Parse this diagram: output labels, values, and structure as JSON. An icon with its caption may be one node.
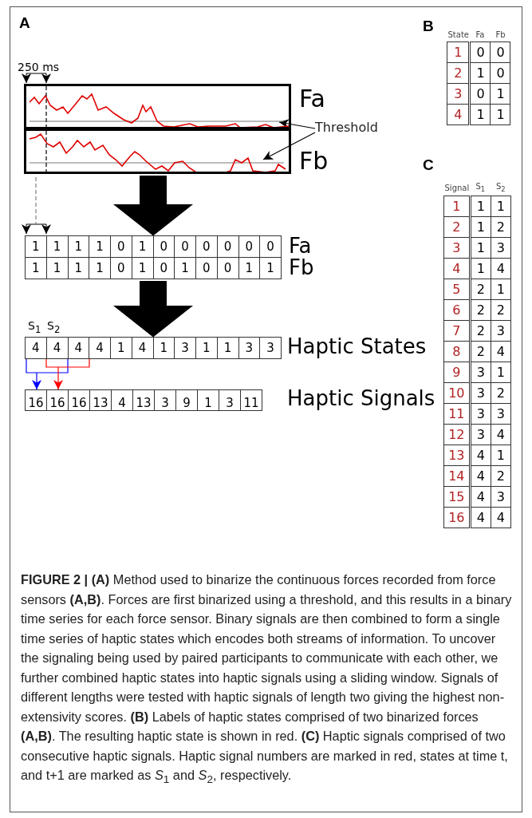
{
  "diagram": {
    "caption": "**FIGURE 2 | (A)** Method used to binarize the continuous forces recorded from force sensors **(A,B)**. Forces are first binarized using a threshold, and this results in a binary time series for each force sensor. Binary signals are then combined to form a single time series of haptic states which encodes both streams of information. To uncover the signaling being used by paired participants to communicate with each other, we further combined haptic states into haptic signals using a sliding window. Signals of different lengths were tested with haptic signals of length two giving the highest non-extensivity scores. **(B)** Labels of haptic states comprised of two binarized forces **(A,B)**. The resulting haptic state is shown in red. **(C)** Haptic signals comprised of two consecutive haptic signals. Haptic signal numbers are marked in red, states at time t, and t+1 are marked as *S*$_{1}$ and *S*$_{2}$, respectively.",
    "nodes": [
      {
        "text": [],
        "shape": "picture",
        "beside": [
          "Fa"
        ]
      },
      {
        "text": [],
        "shape": "picture",
        "beside": [
          "Fb"
        ]
      },
      {
        "text": [
          "Threshold"
        ]
      },
      {
        "text": [
          "1",
          "1",
          "1",
          "1",
          "0",
          "1",
          "0",
          "0",
          "0",
          "0",
          "0",
          "0"
        ],
        "beside": [
          "Fa"
        ]
      },
      {
        "text": [
          "1",
          "1",
          "1",
          "1",
          "0",
          "1",
          "0",
          "1",
          "0",
          "0",
          "1",
          "1"
        ],
        "beside": [
          "Fb"
        ]
      },
      {
        "text": [
          "4",
          "4",
          "4",
          "4",
          "1",
          "4",
          "1",
          "3",
          "1",
          "1",
          "3",
          "3"
        ],
        "beside": [
          "S$_{1}$",
          "S$_{2}$",
          "Haptic States"
        ]
      },
      {
        "text": [
          "16",
          "16",
          "16",
          "13",
          "4",
          "13",
          "3",
          "9",
          "1",
          "3",
          "11"
        ],
        "beside": [
          "Haptic Signals"
        ]
      }
    ],
    "edges": [
      {
        "from": 2,
        "to": 0,
        "arrow": "to"
      },
      {
        "from": 2,
        "to": 1,
        "arrow": "to"
      },
      {
        "from": 1,
        "to": 3,
        "arrow": "to",
        "style": "thick"
      },
      {
        "from": 4,
        "to": 5,
        "arrow": "to",
        "style": "thick"
      },
      {
        "from": 5,
        "to": 6,
        "arrow": "to",
        "color": "#0000ff"
      },
      {
        "from": 5,
        "to": 6,
        "arrow": "to",
        "color": "#ff0000"
      }
    ],
    "labels": [
      "A",
      "250 ms",
      "B",
      "State",
      "Fa",
      "Fb",
      "1",
      "0",
      "0",
      "2",
      "1",
      "0",
      "3",
      "0",
      "1",
      "4",
      "1",
      "1",
      "C",
      "Signal",
      "S$_{1}$",
      "S$_{2}$",
      "1",
      "1",
      "1",
      "2",
      "1",
      "2",
      "3",
      "1",
      "3",
      "4",
      "1",
      "4",
      "5",
      "2",
      "1",
      "6",
      "2",
      "2",
      "7",
      "2",
      "3",
      "8",
      "2",
      "4",
      "9",
      "3",
      "1",
      "10",
      "3",
      "2",
      "11",
      "3",
      "3",
      "12",
      "3",
      "4",
      "13",
      "4",
      "1",
      "14",
      "4",
      "2",
      "15",
      "4",
      "3",
      "16",
      "4",
      "4"
    ]
  }
}
